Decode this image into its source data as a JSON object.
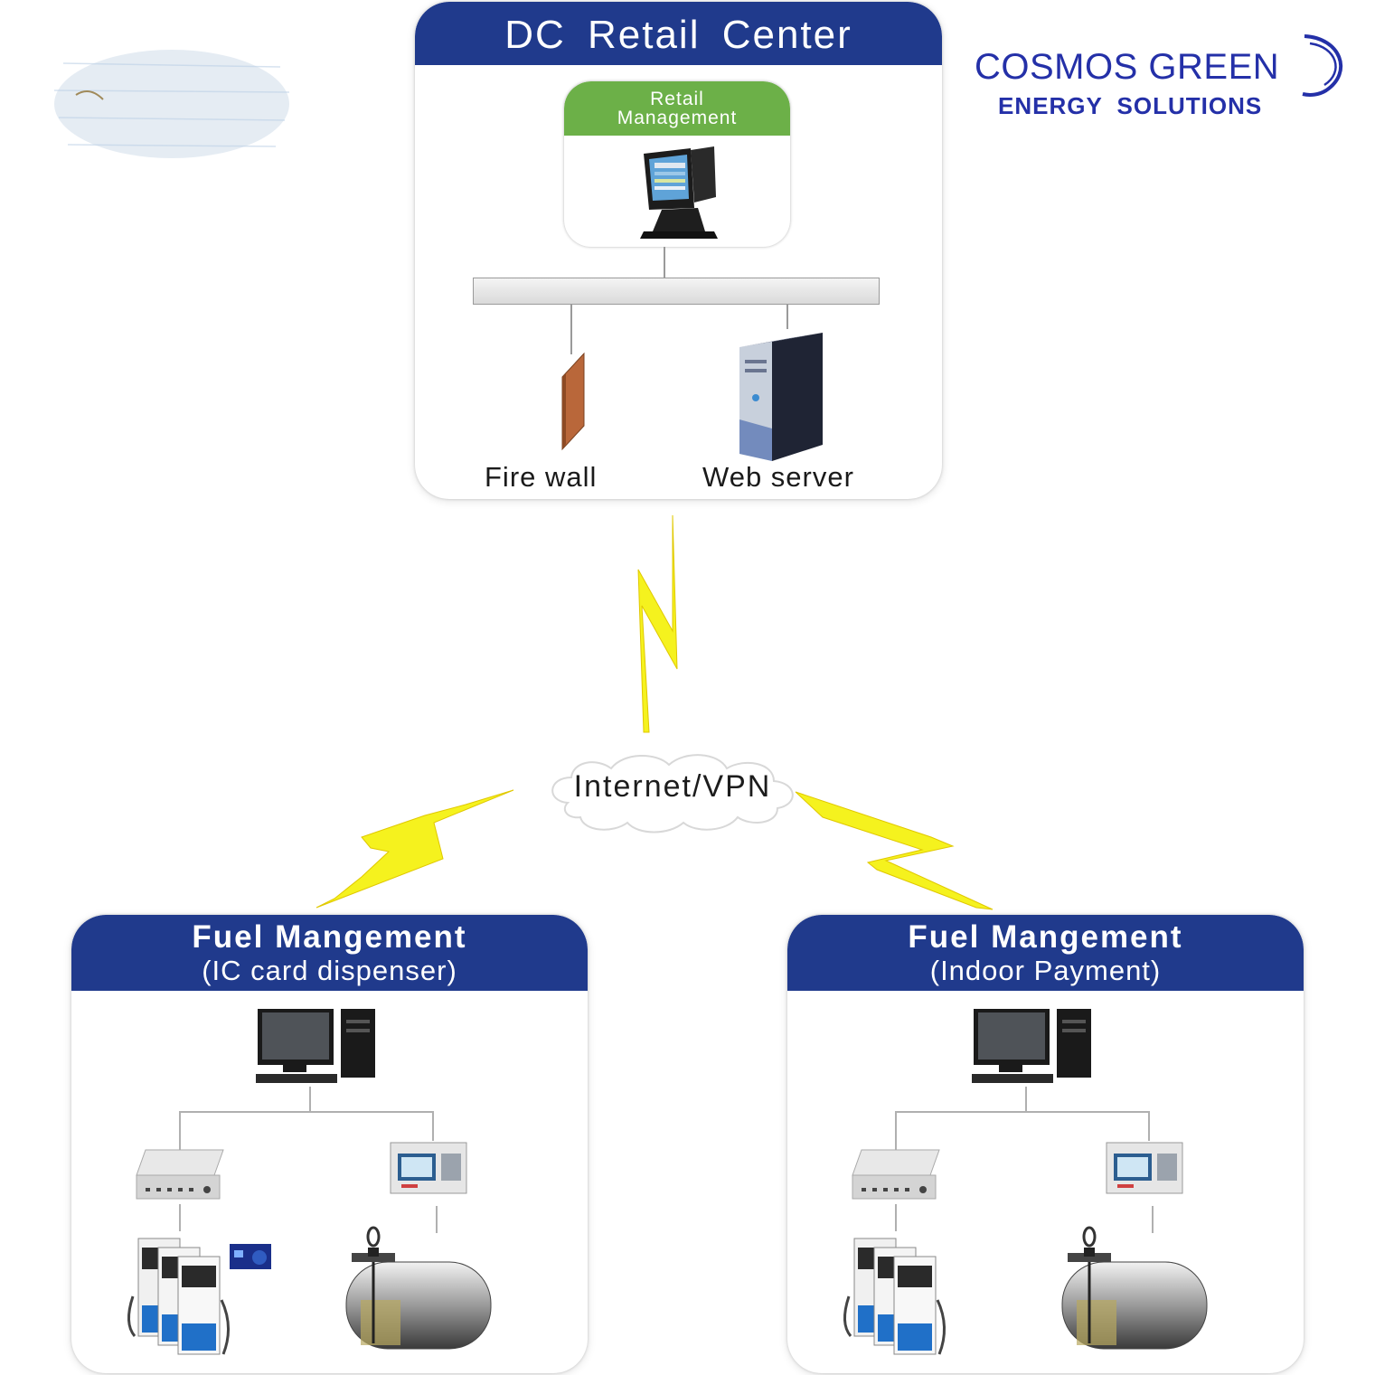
{
  "logo": {
    "name": "COSMOS GREEN",
    "tagline": "ENERGY  SOLUTIONS"
  },
  "dc_center": {
    "title": "DC  Retail  Center",
    "retail_management": [
      "Retail",
      "Management"
    ],
    "firewall_label": "Fire wall",
    "webserver_label": "Web server"
  },
  "network": {
    "label": "Internet/VPN"
  },
  "stations": [
    {
      "title": "Fuel Mangement",
      "subtitle": "(IC card dispenser)"
    },
    {
      "title": "Fuel Mangement",
      "subtitle": "(Indoor Payment)"
    }
  ],
  "colors": {
    "header_blue": "#203a8c",
    "retail_green": "#6cb048",
    "lightning_yellow": "#f5f21e",
    "logo_blue": "#2430a8"
  }
}
